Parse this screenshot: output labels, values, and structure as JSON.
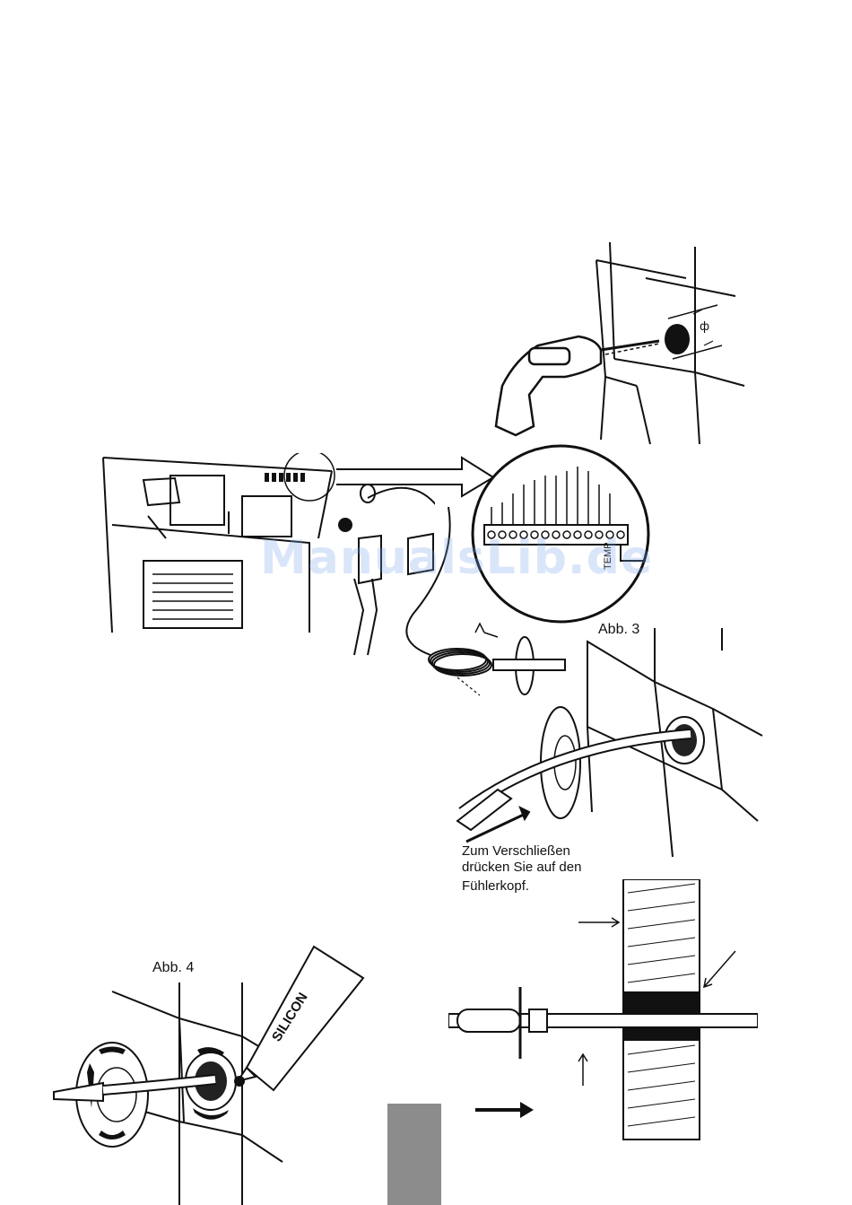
{
  "watermark": "ManualsLib.de",
  "terminal": {
    "label": "TEMP"
  },
  "figure3": {
    "label": "Abb. 3",
    "caption_lines": [
      "Zum Verschließen",
      "drücken Sie auf den",
      "Fühlerkopf."
    ]
  },
  "figure4": {
    "label": "Abb. 4",
    "tube_text": "SILICON"
  },
  "colors": {
    "ink": "#111111",
    "page_tab": "#8c8c8c",
    "watermark": "#78a0eb"
  }
}
